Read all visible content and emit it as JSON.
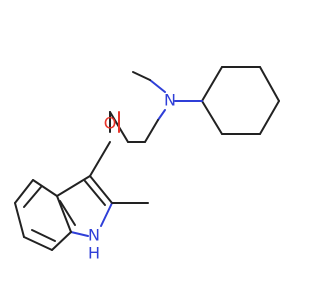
{
  "atoms": {
    "oxygen": {
      "label": "O",
      "color": "#e8352b"
    },
    "amine_nitrogen": {
      "label": "N",
      "color": "#2f3fd8"
    },
    "indole_nitrogen": {
      "label": "N",
      "color": "#2f3fd8"
    },
    "indole_hydrogen": {
      "label": "H",
      "color": "#2f3fd8"
    }
  },
  "colors": {
    "bond": "#222222",
    "oxygen": "#e8352b",
    "nitrogen": "#2f3fd8",
    "background": "#ffffff"
  }
}
